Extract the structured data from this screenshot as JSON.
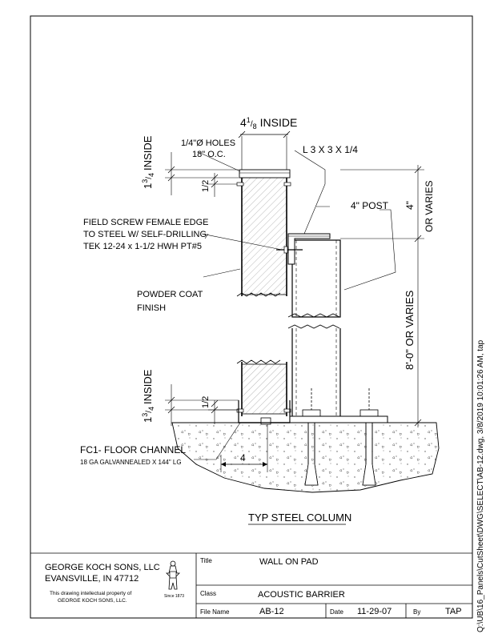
{
  "drawing": {
    "dim_inside_width_whole": "4",
    "dim_inside_width_frac_num": "1",
    "dim_inside_width_frac_den": "8",
    "dim_inside_width_suffix": "INSIDE",
    "holes_line1": "1/4\"Ø HOLES",
    "holes_line2": "18\" O.C.",
    "angle_label": "L 3 X 3 X 1/4",
    "post_label": "4\" POST",
    "top_inside_whole": "1",
    "top_inside_frac_num": "3",
    "top_inside_frac_den": "4",
    "top_inside_suffix": "INSIDE",
    "half_num": "1",
    "half_den": "2",
    "dim_4in": "4\"",
    "or_varies": "OR VARIES",
    "height_label": "8'-0\" OR VARIES",
    "screw_line1": "FIELD SCREW FEMALE EDGE",
    "screw_line2": "TO STEEL W/ SELF-DRILLING",
    "screw_line3": "TEK 12-24 x 1-1/2 HWH PT#5",
    "powder_line1": "POWDER COAT",
    "powder_line2": "FINISH",
    "bottom_inside_whole": "1",
    "bottom_inside_frac_num": "3",
    "bottom_inside_frac_den": "4",
    "bottom_inside_suffix": "INSIDE",
    "bottom_half_num": "1",
    "bottom_half_den": "2",
    "floor_channel": "FC1- FLOOR CHANNEL",
    "floor_channel_spec": "18 GA GALVANNEALED X 144\" LG",
    "dim_4_bottom": "4",
    "typ_label": "TYP STEEL COLUMN"
  },
  "title_block": {
    "company_line1": "GEORGE KOCH SONS, LLC",
    "company_line2": "EVANSVILLE, IN 47712",
    "property_line1": "This drawing intellectual property of",
    "property_line2": "GEORGE KOCH SONS, LLC.",
    "since": "Since 1873",
    "title_label": "Title",
    "title_value": "WALL ON PAD",
    "class_label": "Class",
    "class_value": "ACOUSTIC BARRIER",
    "file_label": "File Name",
    "file_value": "AB-12",
    "date_label": "Date",
    "date_value": "11-29-07",
    "by_label": "By",
    "by_value": "TAP"
  },
  "side_path": "Q:\\UB\\16_Panels\\CutSheet\\DWG\\SELECT\\AB-12.dwg, 3/8/2019 10:01:26 AM, tap"
}
